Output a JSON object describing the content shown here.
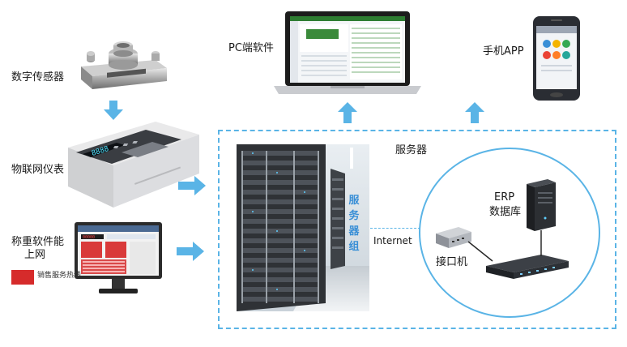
{
  "labels": {
    "sensor": "数字传感器",
    "iot_meter": "物联网仪表",
    "weighing_software_line1": "称重软件能",
    "weighing_software_line2": "上网",
    "sales_service": "销售服务热线",
    "pc_software": "PC端软件",
    "mobile_app": "手机APP",
    "server": "服务器",
    "server_group": [
      "服",
      "务",
      "器",
      "组"
    ],
    "internet": "Internet",
    "erp_line1": "ERP",
    "erp_line2": "数据库",
    "interface_machine": "接口机"
  },
  "colors": {
    "arrow": "#5ab4e6",
    "dashed_border": "#5ab4e6",
    "server_group_text": "#3a8fd6",
    "sales_badge": "#d62b2b"
  },
  "icons": [
    "load-cell-sensor",
    "weighing-indicator",
    "monitor-software",
    "laptop",
    "smartphone",
    "server-rack-photo",
    "tower-server",
    "interface-box",
    "network-switch"
  ]
}
